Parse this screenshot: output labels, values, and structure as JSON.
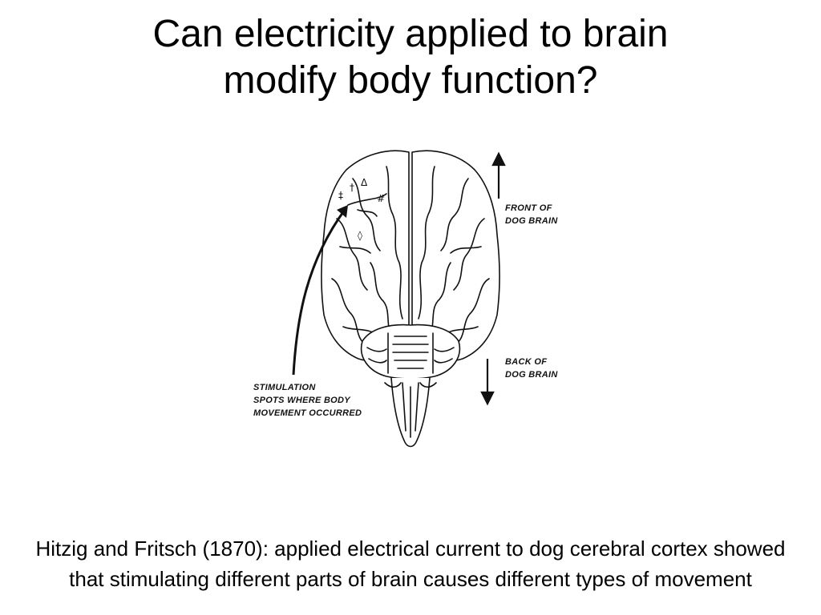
{
  "slide": {
    "title_line1": "Can electricity applied to brain",
    "title_line2": "modify body function?",
    "caption": "Hitzig and Fritsch (1870): applied electrical current to dog cerebral cortex showed that stimulating different parts of brain causes different types of movement"
  },
  "figure": {
    "front_label": "FRONT OF\nDOG BRAIN",
    "back_label": "BACK OF\nDOG BRAIN",
    "stim_label": "STIMULATION\nSPOTS WHERE BODY\nMOVEMENT OCCURRED",
    "symbols": [
      "†",
      "Δ",
      "‡",
      "#",
      "◊"
    ]
  }
}
